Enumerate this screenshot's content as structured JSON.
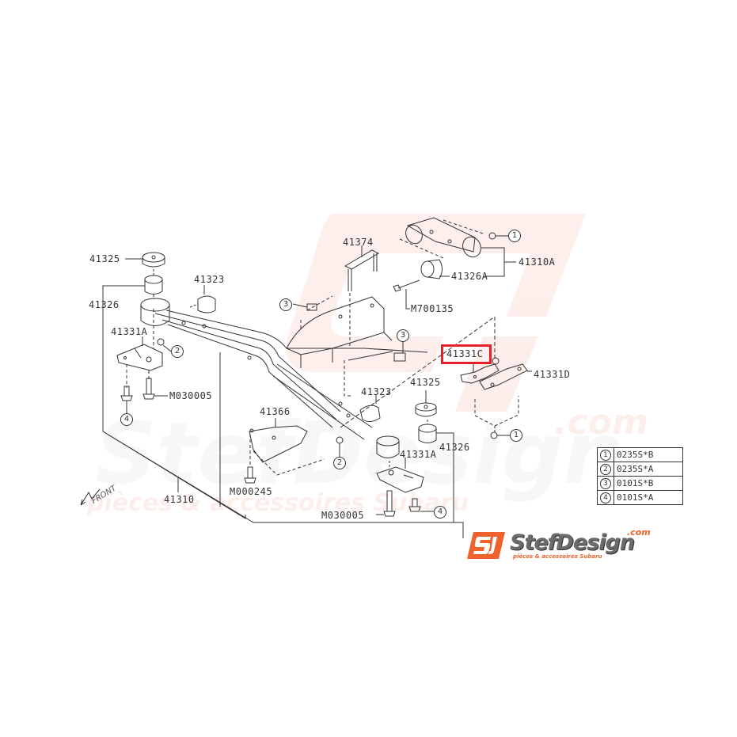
{
  "diagram": {
    "type": "exploded-parts-diagram",
    "subject": "Subaru transmission crossmember / rear engine mount assembly",
    "highlighted_part": "41331C",
    "highlight_color": "#e5202a",
    "line_color": "#333333"
  },
  "labels": {
    "p41325_left": "41325",
    "p41326_left": "41326",
    "p41323_left": "41323",
    "p41331A_left": "41331A",
    "pM030005_left": "M030005",
    "p41374": "41374",
    "p41310A": "41310A",
    "p41326A": "41326A",
    "pM700135": "M700135",
    "p41331C": "41331C",
    "p41331D": "41331D",
    "p41323_mid": "41323",
    "p41325_right": "41325",
    "p41326_right": "41326",
    "p41331A_right": "41331A",
    "p41366": "41366",
    "pM000245": "M000245",
    "pM030005_right": "M030005",
    "p41310": "41310",
    "front": "FRONT"
  },
  "refs": {
    "r1_top": "1",
    "r3_left": "3",
    "r3_right": "3",
    "r2_left": "2",
    "r4_left": "4",
    "r1_right": "1",
    "r2_mid": "2",
    "r4_right": "4"
  },
  "legend": {
    "rows": [
      {
        "ref": "1",
        "code": "0235S*B"
      },
      {
        "ref": "2",
        "code": "0235S*A"
      },
      {
        "ref": "3",
        "code": "0101S*B"
      },
      {
        "ref": "4",
        "code": "0101S*A"
      }
    ]
  },
  "watermark": {
    "brand": "StefDesign",
    "domain": ".com",
    "tagline": "pièces & accessoires Subaru",
    "color": "#f7d9cf"
  },
  "logo": {
    "mark": "SJ",
    "name": "StefDesign",
    "domain": ".com",
    "tagline": "pièces & accessoires Subaru",
    "accent": "#f0622b",
    "text_color": "#6b6b6b"
  }
}
